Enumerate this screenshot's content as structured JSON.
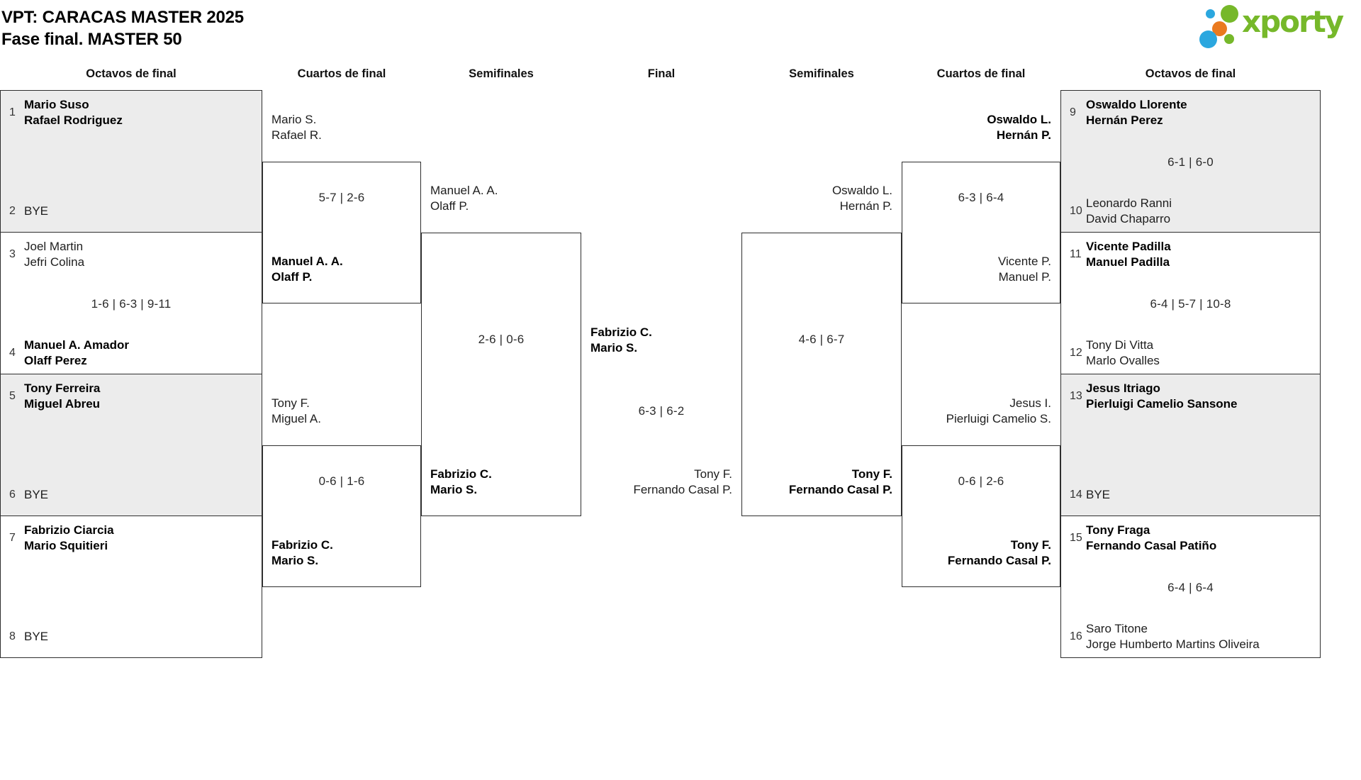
{
  "title": {
    "line1": "VPT: CARACAS MASTER 2025",
    "line2": "Fase final. MASTER 50"
  },
  "logo": {
    "text": "xporty",
    "colors": {
      "green": "#76b82a",
      "blue": "#2ba7df",
      "orange": "#ea7a1f"
    }
  },
  "colors": {
    "shaded_box": "#ececec",
    "box_border": "#2e2e2e",
    "winner_text": "#000000",
    "regular_text": "#1e1e1e"
  },
  "headers": [
    "Octavos de final",
    "Cuartos de final",
    "Semifinales",
    "Final",
    "Semifinales",
    "Cuartos de final",
    "Octavos de final"
  ],
  "bracket": {
    "r16_left": [
      {
        "seed_top": "1",
        "team_top": [
          "Mario Suso",
          "Rafael Rodriguez"
        ],
        "top_winner": true,
        "score": "",
        "seed_bottom": "2",
        "team_bottom": [
          "BYE"
        ],
        "bottom_winner": false
      },
      {
        "seed_top": "3",
        "team_top": [
          "Joel Martin",
          "Jefri Colina"
        ],
        "top_winner": false,
        "score": "1-6 | 6-3 | 9-11",
        "seed_bottom": "4",
        "team_bottom": [
          "Manuel A. Amador",
          "Olaff Perez"
        ],
        "bottom_winner": true
      },
      {
        "seed_top": "5",
        "team_top": [
          "Tony Ferreira",
          "Miguel Abreu"
        ],
        "top_winner": true,
        "score": "",
        "seed_bottom": "6",
        "team_bottom": [
          "BYE"
        ],
        "bottom_winner": false
      },
      {
        "seed_top": "7",
        "team_top": [
          "Fabrizio Ciarcia",
          "Mario Squitieri"
        ],
        "top_winner": true,
        "score": "",
        "seed_bottom": "8",
        "team_bottom": [
          "BYE"
        ],
        "bottom_winner": false
      }
    ],
    "r16_right": [
      {
        "seed_top": "9",
        "team_top": [
          "Oswaldo Llorente",
          "Hernán Perez"
        ],
        "top_winner": true,
        "score": "6-1 | 6-0",
        "seed_bottom": "10",
        "team_bottom": [
          "Leonardo Ranni",
          "David Chaparro"
        ],
        "bottom_winner": false
      },
      {
        "seed_top": "11",
        "team_top": [
          "Vicente Padilla",
          "Manuel Padilla"
        ],
        "top_winner": true,
        "score": "6-4 | 5-7 | 10-8",
        "seed_bottom": "12",
        "team_bottom": [
          "Tony Di Vitta",
          "Marlo Ovalles"
        ],
        "bottom_winner": false
      },
      {
        "seed_top": "13",
        "team_top": [
          "Jesus Itriago",
          "Pierluigi Camelio Sansone"
        ],
        "top_winner": true,
        "score": "",
        "seed_bottom": "14",
        "team_bottom": [
          "BYE"
        ],
        "bottom_winner": false
      },
      {
        "seed_top": "15",
        "team_top": [
          "Tony Fraga",
          "Fernando Casal Patiño"
        ],
        "top_winner": true,
        "score": "6-4 | 6-4",
        "seed_bottom": "16",
        "team_bottom": [
          "Saro Titone",
          "Jorge Humberto Martins Oliveira"
        ],
        "bottom_winner": false
      }
    ],
    "qf_left": [
      {
        "team_top": [
          "Mario S.",
          "Rafael R."
        ],
        "top_winner": false,
        "score": "5-7 | 2-6",
        "team_bottom": [
          "Manuel A. A.",
          "Olaff P."
        ],
        "bottom_winner": true
      },
      {
        "team_top": [
          "Tony F.",
          "Miguel A."
        ],
        "top_winner": false,
        "score": "0-6 | 1-6",
        "team_bottom": [
          "Fabrizio C.",
          "Mario S."
        ],
        "bottom_winner": true
      }
    ],
    "qf_right": [
      {
        "team_top": [
          "Oswaldo L.",
          "Hernán P."
        ],
        "top_winner": true,
        "score": "6-3 | 6-4",
        "team_bottom": [
          "Vicente P.",
          "Manuel P."
        ],
        "bottom_winner": false
      },
      {
        "team_top": [
          "Jesus I.",
          "Pierluigi Camelio S."
        ],
        "top_winner": false,
        "score": "0-6 | 2-6",
        "team_bottom": [
          "Tony F.",
          "Fernando Casal P."
        ],
        "bottom_winner": true
      }
    ],
    "sf_left": {
      "team_top": [
        "Manuel A. A.",
        "Olaff P."
      ],
      "top_winner": false,
      "score": "2-6 | 0-6",
      "team_bottom": [
        "Fabrizio C.",
        "Mario S."
      ],
      "bottom_winner": true
    },
    "sf_right": {
      "team_top": [
        "Oswaldo L.",
        "Hernán P."
      ],
      "top_winner": false,
      "score": "4-6 | 6-7",
      "team_bottom": [
        "Tony F.",
        "Fernando Casal P."
      ],
      "bottom_winner": true
    },
    "final": {
      "team_top": [
        "Fabrizio C.",
        "Mario S."
      ],
      "top_winner": true,
      "score": "6-3 | 6-2",
      "team_bottom": [
        "Tony F.",
        "Fernando Casal P."
      ],
      "bottom_winner": false
    }
  }
}
